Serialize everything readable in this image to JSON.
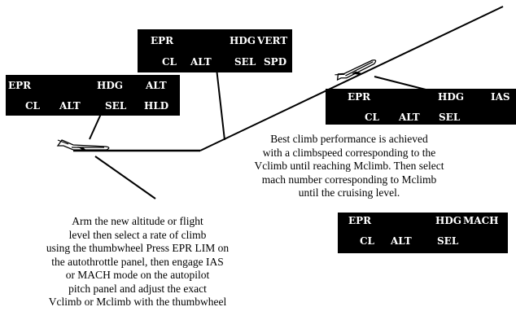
{
  "annunciators": {
    "top": {
      "row1": [
        "EPR",
        "HDG",
        "VERT"
      ],
      "row2": [
        "CL",
        "ALT",
        "SEL",
        "SPD"
      ]
    },
    "left": {
      "row1": [
        "EPR",
        "HDG",
        "ALT"
      ],
      "row2": [
        "CL",
        "ALT",
        "SEL",
        "HLD"
      ]
    },
    "right": {
      "row1": [
        "EPR",
        "HDG",
        "IAS"
      ],
      "row2": [
        "CL",
        "ALT",
        "SEL"
      ]
    },
    "bottom": {
      "row1": [
        "EPR",
        "HDG",
        "MACH"
      ],
      "row2": [
        "CL",
        "ALT",
        "SEL"
      ]
    }
  },
  "captions": {
    "climb_right": [
      "Best climb performance is achieved",
      "with a climbspeed corresponding to the",
      "Vclimb until reaching Mclimb. Then select",
      "mach number corresponding to Mclimb",
      "until the cruising level."
    ],
    "arm_left": [
      "Arm the new altitude or flight",
      "level then select a rate of climb",
      "using the thumbwheel Press EPR LIM on",
      "the autothrottle panel, then engage IAS",
      "or MACH mode on the autopilot",
      "pitch panel and adjust the exact",
      "Vclimb or Mclimb with the thumbwheel"
    ]
  },
  "colors": {
    "panel_bg": "#000000",
    "panel_text": "#ffffff",
    "line": "#000000"
  }
}
